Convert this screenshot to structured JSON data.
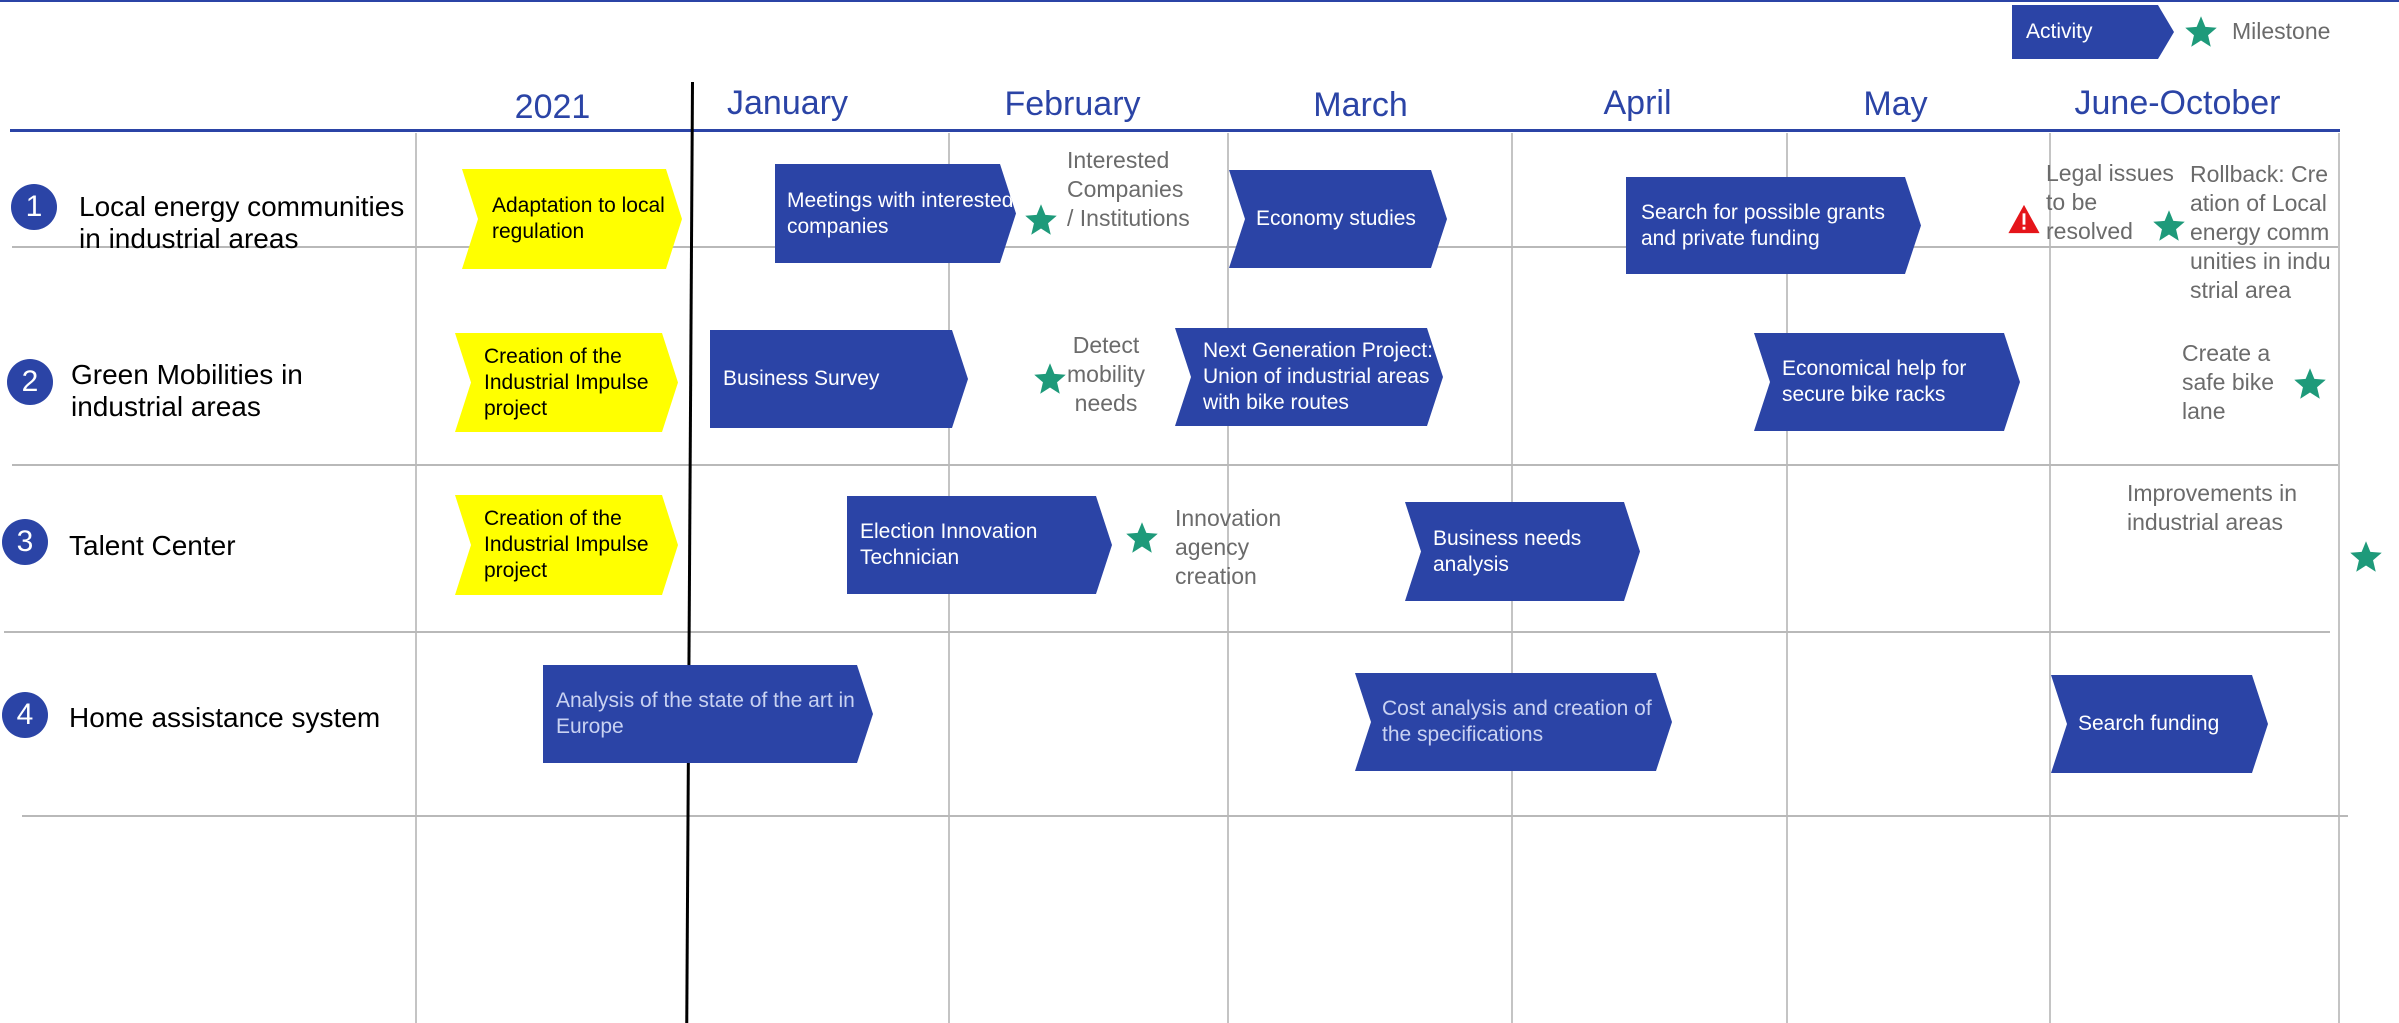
{
  "legend": {
    "activity_label": "Activity",
    "milestone_label": "Milestone",
    "milestone_icon": "star-icon"
  },
  "header": {
    "year": "2021",
    "months": [
      "January",
      "February",
      "March",
      "April",
      "May",
      "June-October"
    ]
  },
  "rows": [
    {
      "number": "1",
      "label": "Local energy communities in industrial areas"
    },
    {
      "number": "2",
      "label": "Green Mobilities in industrial areas"
    },
    {
      "number": "3",
      "label": "Talent Center"
    },
    {
      "number": "4",
      "label": "Home assistance system"
    }
  ],
  "activities": {
    "r1_adaptation": "Adaptation to local regulation",
    "r1_meetings": "Meetings with interested companies",
    "r1_economy": "Economy studies",
    "r1_grants": "Search for possible grants and private funding",
    "r2_creation": "Creation of the Industrial Impulse project",
    "r2_survey": "Business Survey",
    "r2_nextgen": "Next Generation Project: Union of industrial areas with bike routes",
    "r2_economical": "Economical help for secure bike racks",
    "r3_creation": "Creation of the Industrial Impulse project",
    "r3_election": "Election  Innovation Technician",
    "r3_business": "Business needs analysis",
    "r4_analysis": "Analysis of the state of the art in Europe",
    "r4_cost": "Cost analysis and creation of the specifications",
    "r4_search": "Search funding"
  },
  "milestones": {
    "r1_interested": "Interested Companies / Institutions",
    "r1_legal": "Legal issues to be resolved",
    "r1_rollback": "Rollback: Creation of Local energy communities in industrial area",
    "r2_detect": "Detect mobility needs",
    "r2_bikelane": "Create a safe bike lane",
    "r3_innovation": "Innovation agency creation",
    "r3_improvements": "Improvements in industrial areas"
  },
  "colors": {
    "accent": "#2b44a6",
    "milestone": "#1e9a7a",
    "highlight": "#ffff00",
    "warning": "#e5151a"
  }
}
